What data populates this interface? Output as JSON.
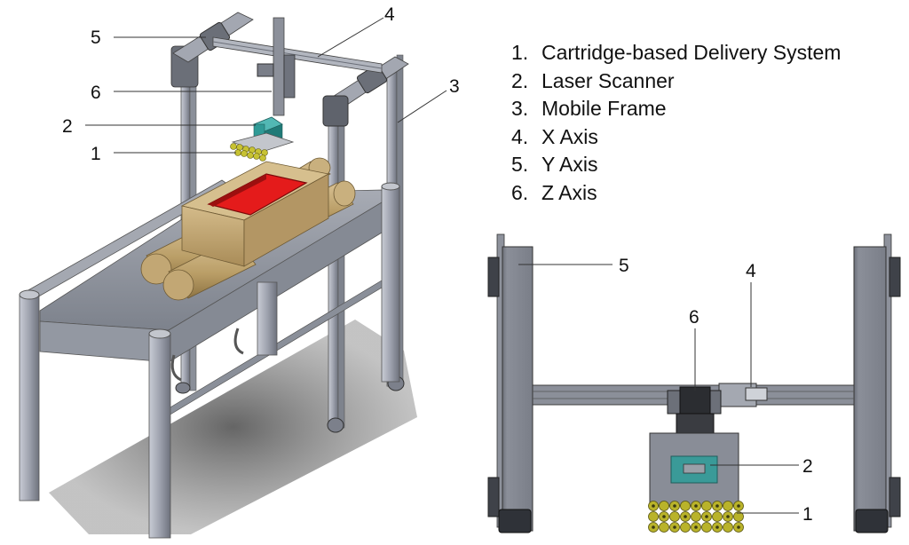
{
  "legend": [
    {
      "num": "1.",
      "text": "Cartridge-based Delivery System"
    },
    {
      "num": "2.",
      "text": "Laser Scanner"
    },
    {
      "num": "3.",
      "text": "Mobile Frame"
    },
    {
      "num": "4.",
      "text": "X Axis"
    },
    {
      "num": "5.",
      "text": "Y Axis"
    },
    {
      "num": "6.",
      "text": "Z Axis"
    }
  ],
  "iso_callouts": {
    "c1": "1",
    "c2": "2",
    "c3": "3",
    "c4": "4",
    "c5": "5",
    "c6": "6"
  },
  "front_callouts": {
    "c1": "1",
    "c2": "2",
    "c4": "4",
    "c5": "5",
    "c6": "6"
  },
  "colors": {
    "frame": "#9aa0ad",
    "table": "#8e939c",
    "mold": "#c2a572",
    "cavity": "#e01616",
    "scanner": "#2a8c8a",
    "cartridge": "#9a9a1f"
  }
}
